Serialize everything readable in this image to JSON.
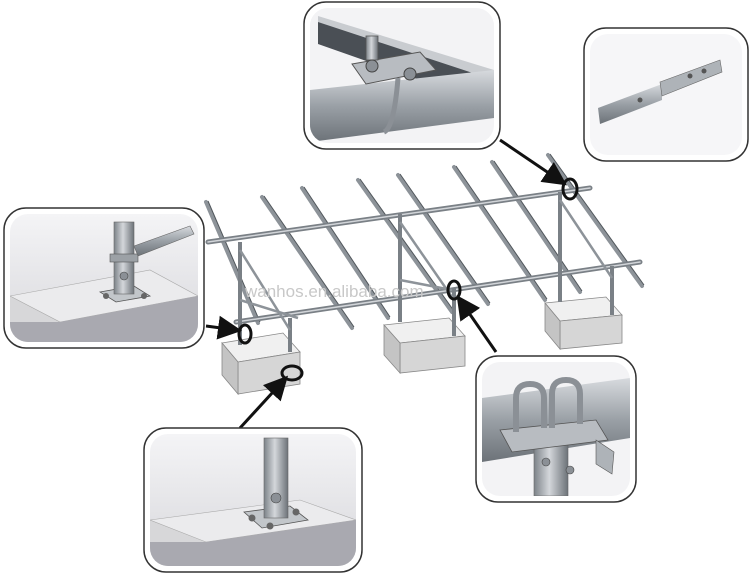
{
  "watermark": {
    "text": "wanhos.en.alibaba.com"
  },
  "colors": {
    "background": "#ffffff",
    "steel": "#9aa0a6",
    "steel_dark": "#5f656b",
    "concrete": "#dcdcdc",
    "concrete_shade": "#b9b9bd",
    "callout_border": "#333333",
    "arrow": "#111111"
  },
  "detail_views": [
    {
      "id": "rail-clamp",
      "depicts": "u-bolt rail clamp on beam"
    },
    {
      "id": "rail-splice",
      "depicts": "tube splice connector"
    },
    {
      "id": "front-base",
      "depicts": "post base plate with brace"
    },
    {
      "id": "rear-base",
      "depicts": "post base plate on footing"
    },
    {
      "id": "cross-clamp",
      "depicts": "double u-bolt cross clamp"
    }
  ]
}
